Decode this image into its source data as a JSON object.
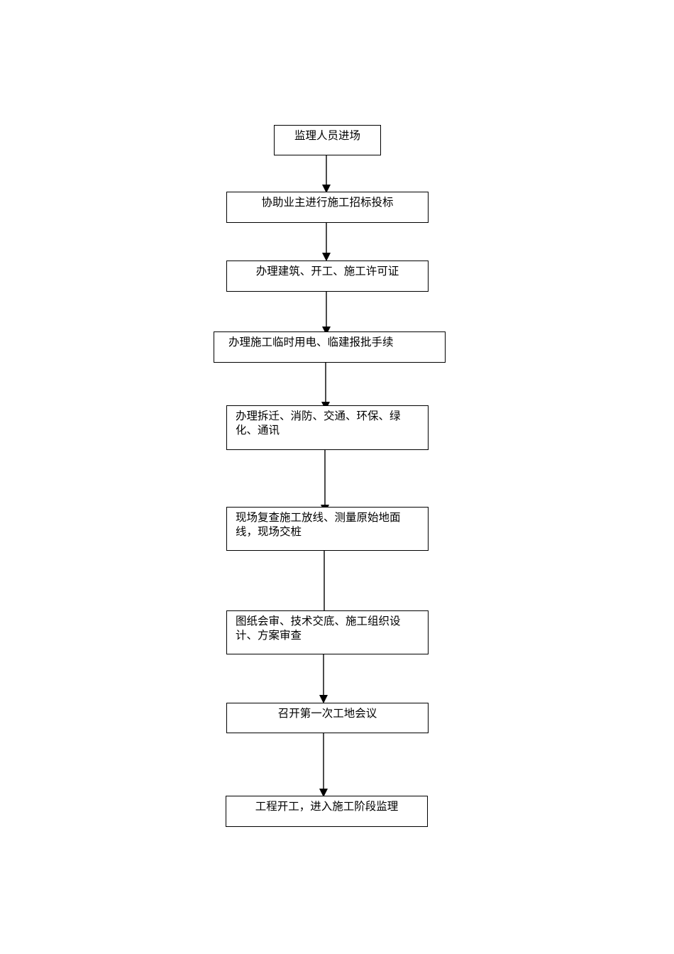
{
  "flowchart": {
    "steps": [
      {
        "text": "监理人员进场"
      },
      {
        "text": "协助业主进行施工招标投标"
      },
      {
        "text": "办理建筑、开工、施工许可证"
      },
      {
        "text": "办理施工临时用电、临建报批手续"
      },
      {
        "text": "办理拆迁、消防、交通、环保、绿化、通讯"
      },
      {
        "text": "现场复查施工放线、测量原始地面线，现场交桩"
      },
      {
        "text": "图纸会审、技术交底、施工组织设计、方案审查"
      },
      {
        "text": "召开第一次工地会议"
      },
      {
        "text": "工程开工，进入施工阶段监理"
      }
    ]
  }
}
